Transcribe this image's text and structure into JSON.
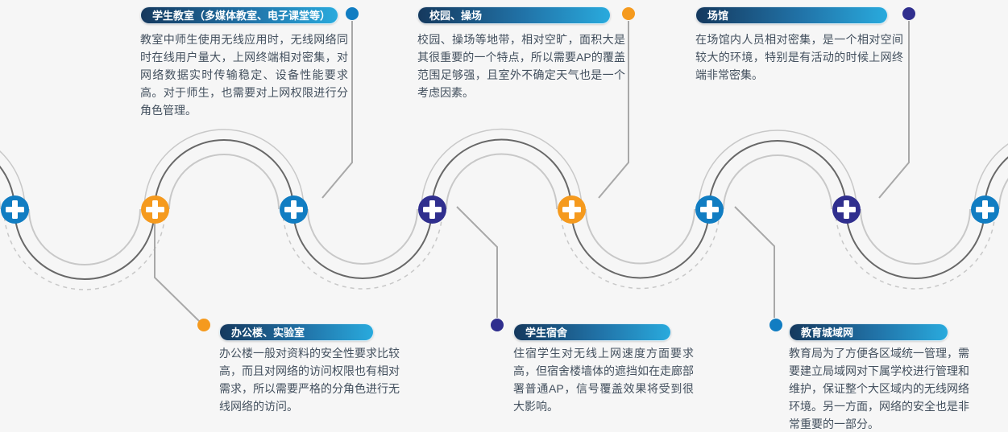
{
  "palette": {
    "blue": "#117dc2",
    "orange": "#f59a1e",
    "navy": "#302f8e",
    "pill_gradient_start": "#15395e",
    "pill_gradient_end": "#29aadd",
    "pill_text": "#ffffff",
    "body_text": "#43505e",
    "wave_dark": "#686868",
    "wave_light": "#c8c8c8",
    "connector": "#a8a8a8",
    "background": "#f6f6f6"
  },
  "sections": [
    {
      "id": "student-classroom",
      "position": "top",
      "title": "学生教室（多媒体教室、电子课堂等）",
      "body": "教室中师生使用无线应用时，无线网络同时在线用户量大，上网终端相对密集，对网络数据实时传输稳定、设备性能要求高。对于师生，也需要对上网权限进行分角色管理。",
      "dot_color": "blue"
    },
    {
      "id": "campus-playground",
      "position": "top",
      "title": "校园、操场",
      "body": "校园、操场等地带，相对空旷，面积大是其很重要的一个特点，所以需要AP的覆盖范围足够强，且室外不确定天气也是一个考虑因素。",
      "dot_color": "orange"
    },
    {
      "id": "venue",
      "position": "top",
      "title": "场馆",
      "body": "在场馆内人员相对密集，是一个相对空间较大的环境，特别是有活动的时候上网终端非常密集。",
      "dot_color": "navy"
    },
    {
      "id": "office-lab",
      "position": "bottom",
      "title": "办公楼、实验室",
      "body": "办公楼一般对资料的安全性要求比较高，而且对网络的访问权限也有相对需求，所以需要严格的分角色进行无线网络的访问。",
      "dot_color": "orange"
    },
    {
      "id": "student-dormitory",
      "position": "bottom",
      "title": "学生宿舍",
      "body": "住宿学生对无线上网速度方面要求高，但宿舍楼墙体的遮挡如在走廊部署普通AP，信号覆盖效果将受到很大影响。",
      "dot_color": "navy"
    },
    {
      "id": "education-man",
      "position": "bottom",
      "title": "教育城域网",
      "body": "教育局为了方便各区域统一管理，需要建立局域网对下属学校进行管理和维护，保证整个大区域内的无线网络环境。另一方面，网络的安全也是非常重要的一部分。",
      "dot_color": "blue"
    }
  ],
  "wave": {
    "nodes": [
      {
        "color": "blue"
      },
      {
        "color": "orange"
      },
      {
        "color": "blue"
      },
      {
        "color": "navy"
      },
      {
        "color": "orange"
      },
      {
        "color": "blue"
      },
      {
        "color": "navy"
      },
      {
        "color": "blue"
      }
    ]
  }
}
